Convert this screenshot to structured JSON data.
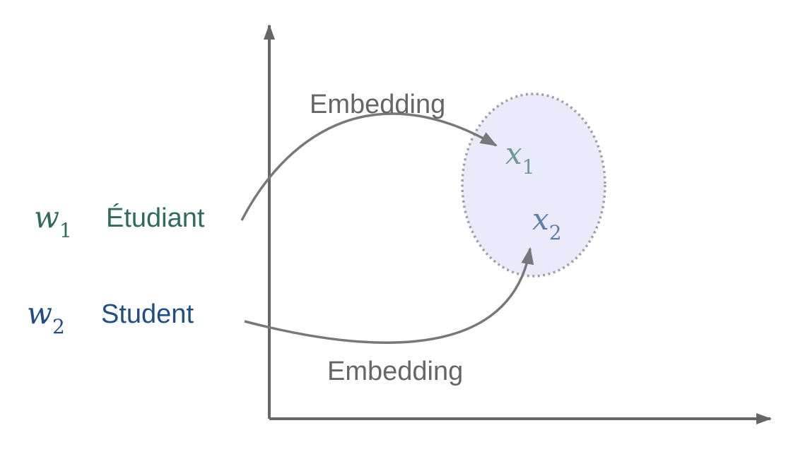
{
  "words": [
    {
      "symbol": "w",
      "subscript": "1",
      "label": "Étudiant"
    },
    {
      "symbol": "w",
      "subscript": "2",
      "label": "Student"
    }
  ],
  "vectors": [
    {
      "symbol": "x",
      "subscript": "1"
    },
    {
      "symbol": "x",
      "subscript": "2"
    }
  ],
  "edges": [
    {
      "label": "Embedding"
    },
    {
      "label": "Embedding"
    }
  ],
  "colors": {
    "word1": "#2f6b5f",
    "word2": "#1f4e86",
    "vector1": "#6b9a96",
    "vector2": "#5b7fa8",
    "axis": "#666666",
    "arrow": "#77777d",
    "edge_label": "#666666",
    "cluster_fill": "#eaeafa",
    "cluster_stroke": "#a0a0a0"
  }
}
